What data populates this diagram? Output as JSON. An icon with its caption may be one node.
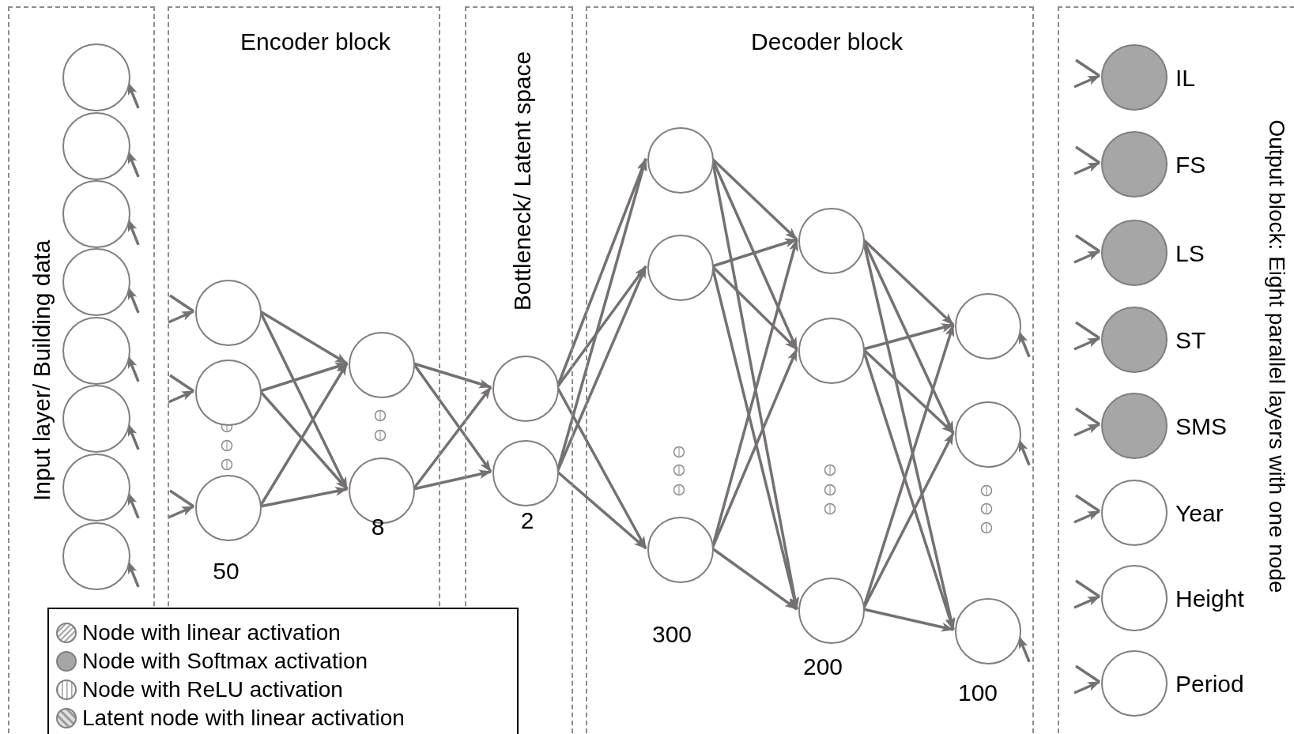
{
  "diagram": {
    "nodes": [
      {
        "text": [
          "Input layer/ Building data"
        ]
      },
      {
        "text": [],
        "shape": "circle",
        "in": 0
      },
      {
        "text": [],
        "shape": "circle",
        "in": 0
      },
      {
        "text": [],
        "shape": "circle",
        "in": 0
      },
      {
        "text": [],
        "shape": "circle",
        "in": 0
      },
      {
        "text": [],
        "shape": "circle",
        "in": 0
      },
      {
        "text": [],
        "shape": "circle",
        "in": 0
      },
      {
        "text": [],
        "shape": "circle",
        "in": 0
      },
      {
        "text": [],
        "shape": "circle",
        "in": 0
      },
      {
        "text": [
          "Encoder block"
        ]
      },
      {
        "text": [],
        "shape": "circle",
        "in": 9
      },
      {
        "text": [],
        "shape": "circle",
        "in": 9
      },
      {
        "text": [],
        "shape": "circle",
        "in": 9,
        "beside": [
          "50"
        ]
      },
      {
        "text": [],
        "shape": "circle",
        "in": 9
      },
      {
        "text": [],
        "shape": "circle",
        "in": 9,
        "beside": [
          "8"
        ]
      },
      {
        "text": [
          "Bottleneck/ Latent space"
        ]
      },
      {
        "text": [],
        "shape": "circle",
        "in": 15
      },
      {
        "text": [],
        "shape": "circle",
        "in": 15,
        "beside": [
          "2"
        ]
      },
      {
        "text": [
          "Decoder block"
        ]
      },
      {
        "text": [],
        "shape": "circle",
        "in": 18
      },
      {
        "text": [],
        "shape": "circle",
        "in": 18
      },
      {
        "text": [],
        "shape": "circle",
        "in": 18,
        "beside": [
          "300"
        ]
      },
      {
        "text": [],
        "shape": "circle",
        "in": 18
      },
      {
        "text": [],
        "shape": "circle",
        "in": 18
      },
      {
        "text": [],
        "shape": "circle",
        "in": 18,
        "beside": [
          "200"
        ]
      },
      {
        "text": [],
        "shape": "circle",
        "in": 18
      },
      {
        "text": [],
        "shape": "circle",
        "in": 18
      },
      {
        "text": [],
        "shape": "circle",
        "in": 18,
        "beside": [
          "100"
        ]
      },
      {
        "text": [
          "Output block: Eight parallel layers with one node"
        ]
      },
      {
        "text": [],
        "shape": "circle",
        "in": 28,
        "beside": [
          "IL"
        ]
      },
      {
        "text": [],
        "shape": "circle",
        "in": 28,
        "beside": [
          "FS"
        ]
      },
      {
        "text": [],
        "shape": "circle",
        "in": 28,
        "beside": [
          "LS"
        ]
      },
      {
        "text": [],
        "shape": "circle",
        "in": 28,
        "beside": [
          "ST"
        ]
      },
      {
        "text": [],
        "shape": "circle",
        "in": 28,
        "beside": [
          "SMS"
        ]
      },
      {
        "text": [],
        "shape": "circle",
        "in": 28,
        "beside": [
          "Year"
        ]
      },
      {
        "text": [],
        "shape": "circle",
        "in": 28,
        "beside": [
          "Height"
        ]
      },
      {
        "text": [],
        "shape": "circle",
        "in": 28,
        "beside": [
          "Period"
        ]
      }
    ],
    "edges": [
      {
        "from": null,
        "to": 1,
        "arrow": "to"
      },
      {
        "from": null,
        "to": 2,
        "arrow": "to"
      },
      {
        "from": null,
        "to": 3,
        "arrow": "to"
      },
      {
        "from": null,
        "to": 4,
        "arrow": "to"
      },
      {
        "from": null,
        "to": 5,
        "arrow": "to"
      },
      {
        "from": null,
        "to": 6,
        "arrow": "to"
      },
      {
        "from": null,
        "to": 7,
        "arrow": "to"
      },
      {
        "from": null,
        "to": 8,
        "arrow": "to"
      },
      {
        "from": null,
        "to": 10,
        "arrow": "to"
      },
      {
        "from": null,
        "to": 11,
        "arrow": "to"
      },
      {
        "from": null,
        "to": 12,
        "arrow": "to"
      },
      {
        "from": 10,
        "to": 13,
        "arrow": "to"
      },
      {
        "from": 10,
        "to": 14,
        "arrow": "to"
      },
      {
        "from": 11,
        "to": 13,
        "arrow": "to"
      },
      {
        "from": 11,
        "to": 14,
        "arrow": "to"
      },
      {
        "from": 12,
        "to": 13,
        "arrow": "to"
      },
      {
        "from": 12,
        "to": 14,
        "arrow": "to"
      },
      {
        "from": 13,
        "to": 16,
        "arrow": "to"
      },
      {
        "from": 13,
        "to": 17,
        "arrow": "to"
      },
      {
        "from": 14,
        "to": 16,
        "arrow": "to"
      },
      {
        "from": 14,
        "to": 17,
        "arrow": "to"
      },
      {
        "from": 16,
        "to": 19,
        "arrow": "to"
      },
      {
        "from": 16,
        "to": 20,
        "arrow": "to"
      },
      {
        "from": 16,
        "to": 21,
        "arrow": "to"
      },
      {
        "from": 17,
        "to": 19,
        "arrow": "to"
      },
      {
        "from": 17,
        "to": 20,
        "arrow": "to"
      },
      {
        "from": 17,
        "to": 21,
        "arrow": "to"
      },
      {
        "from": 19,
        "to": 22,
        "arrow": "to"
      },
      {
        "from": 19,
        "to": 23,
        "arrow": "to"
      },
      {
        "from": 19,
        "to": 24,
        "arrow": "to"
      },
      {
        "from": 20,
        "to": 22,
        "arrow": "to"
      },
      {
        "from": 20,
        "to": 23,
        "arrow": "to"
      },
      {
        "from": 20,
        "to": 24,
        "arrow": "to"
      },
      {
        "from": 21,
        "to": 22,
        "arrow": "to"
      },
      {
        "from": 21,
        "to": 23,
        "arrow": "to"
      },
      {
        "from": 21,
        "to": 24,
        "arrow": "to"
      },
      {
        "from": 22,
        "to": 25,
        "arrow": "to"
      },
      {
        "from": 22,
        "to": 26,
        "arrow": "to"
      },
      {
        "from": 22,
        "to": 27,
        "arrow": "to"
      },
      {
        "from": 23,
        "to": 25,
        "arrow": "to"
      },
      {
        "from": 23,
        "to": 26,
        "arrow": "to"
      },
      {
        "from": 23,
        "to": 27,
        "arrow": "to"
      },
      {
        "from": 24,
        "to": 25,
        "arrow": "to"
      },
      {
        "from": 24,
        "to": 26,
        "arrow": "to"
      },
      {
        "from": 24,
        "to": 27,
        "arrow": "to"
      },
      {
        "from": null,
        "to": 25,
        "arrow": "to"
      },
      {
        "from": null,
        "to": 26,
        "arrow": "to"
      },
      {
        "from": null,
        "to": 27,
        "arrow": "to"
      },
      {
        "from": null,
        "to": 29,
        "arrow": "to"
      },
      {
        "from": null,
        "to": 30,
        "arrow": "to"
      },
      {
        "from": null,
        "to": 31,
        "arrow": "to"
      },
      {
        "from": null,
        "to": 32,
        "arrow": "to"
      },
      {
        "from": null,
        "to": 33,
        "arrow": "to"
      },
      {
        "from": null,
        "to": 34,
        "arrow": "to"
      },
      {
        "from": null,
        "to": 35,
        "arrow": "to"
      },
      {
        "from": null,
        "to": 36,
        "arrow": "to"
      }
    ],
    "legend": [
      {
        "text": "Node with linear activation"
      },
      {
        "text": "Node with Softmax activation",
        "color": "#a6a6a6"
      },
      {
        "text": "Node with ReLU activation"
      },
      {
        "text": "Latent node with linear activation"
      }
    ]
  }
}
